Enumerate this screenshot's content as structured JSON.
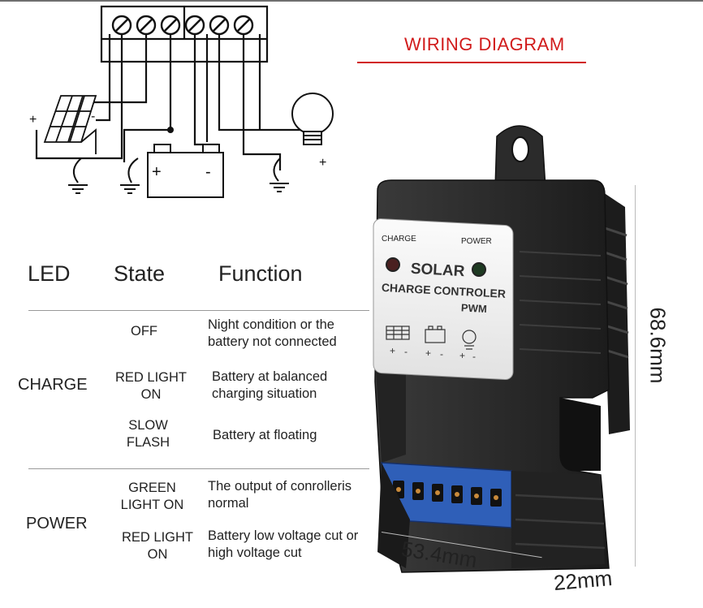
{
  "diagram": {
    "title": "WIRING DIAGRAM",
    "wiring_labels": {
      "solar_plus": "+",
      "solar_minus": "-",
      "battery_plus": "+",
      "battery_minus": "-",
      "load_plus": "+"
    }
  },
  "table": {
    "headers": {
      "led": "LED",
      "state": "State",
      "function": "Function"
    },
    "groups": [
      {
        "name": "CHARGE",
        "rows": [
          {
            "state": [
              "OFF"
            ],
            "function": [
              "Night condition or the",
              "battery not connected"
            ]
          },
          {
            "state": [
              "RED LIGHT",
              "ON"
            ],
            "function": [
              "Battery at balanced",
              "charging situation"
            ]
          },
          {
            "state": [
              "SLOW",
              "FLASH"
            ],
            "function": [
              "Battery at floating"
            ]
          }
        ]
      },
      {
        "name": "POWER",
        "rows": [
          {
            "state": [
              "GREEN",
              "LIGHT  ON"
            ],
            "function": [
              "The output of conrolleris",
              "normal"
            ]
          },
          {
            "state": [
              "RED LIGHT",
              "ON"
            ],
            "function": [
              "Battery low voltage cut or",
              "high voltage cut"
            ]
          }
        ]
      }
    ]
  },
  "device": {
    "charge_label": "CHARGE",
    "power_label": "POWER",
    "brand": "SOLAR",
    "name": "CHARGE CONTROLER",
    "type": "PWM",
    "terminal_signs": [
      "+",
      "-",
      "+",
      "-",
      "+",
      "-"
    ]
  },
  "dimensions": {
    "height": "68.6mm",
    "width": "53.4mm",
    "depth": "22mm"
  },
  "colors": {
    "title": "#d11b1b",
    "device_body": "#2a2a2a",
    "label_panel": "#f2f2f2",
    "terminal_block": "#2f5fb8"
  }
}
